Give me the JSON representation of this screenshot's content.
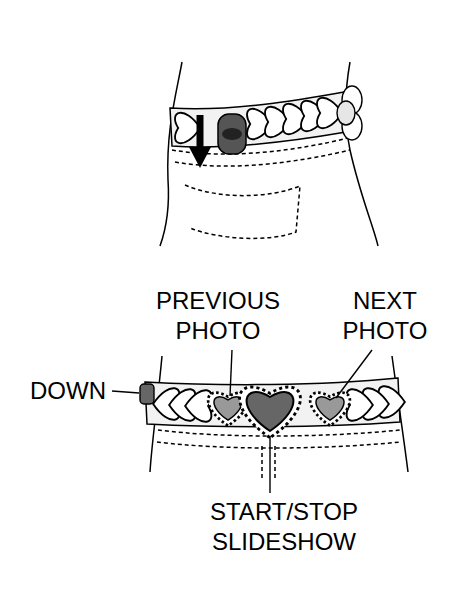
{
  "diagram": {
    "labels": [
      "DOWN",
      "PREVIOUS PHOTO",
      "NEXT PHOTO",
      "START/STOP SLIDESHOW"
    ]
  }
}
